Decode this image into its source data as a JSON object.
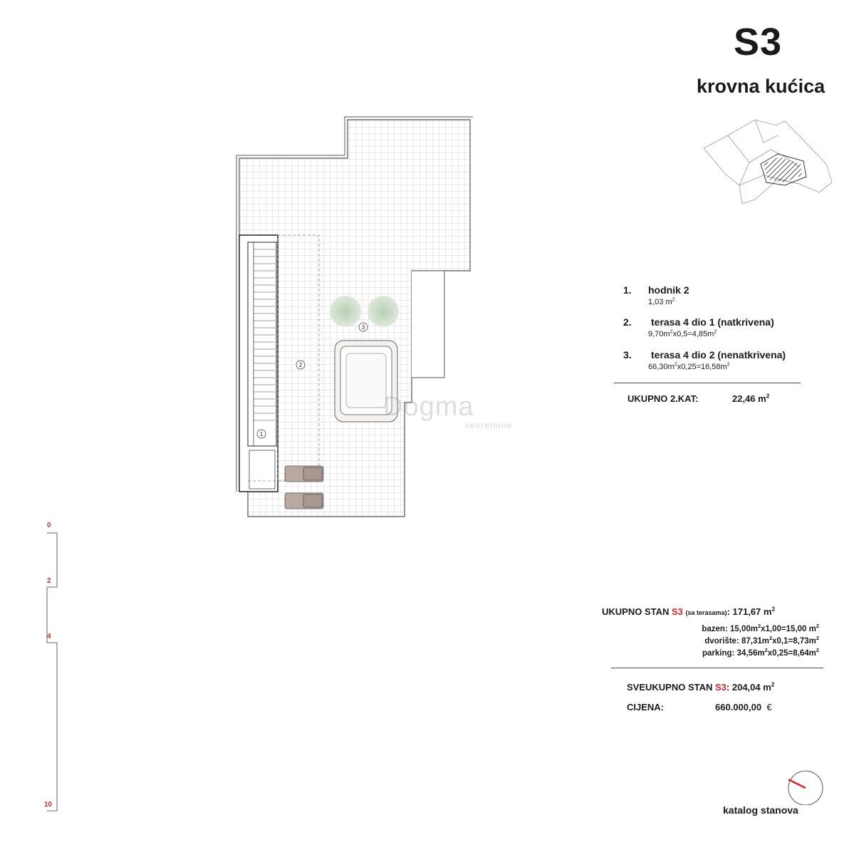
{
  "header": {
    "unit_code": "S3",
    "unit_type": "krovna kućica"
  },
  "rooms": [
    {
      "num": "1.",
      "name": "hodnik 2",
      "area": "1,03 m",
      "area_sup": "2"
    },
    {
      "num": "2.",
      "name": "terasa 4 dio 1 (natkrivena)",
      "area": "9,70m",
      "area_sup": "2",
      "area_tail": "x0,5=4,85m",
      "area_tail_sup": "2"
    },
    {
      "num": "3.",
      "name": "terasa 4 dio 2 (nenatkrivena)",
      "area": "66,30m",
      "area_sup": "2",
      "area_tail": "x0,25=16,58m",
      "area_tail_sup": "2"
    }
  ],
  "floor_total": {
    "label": "UKUPNO 2.KAT:",
    "value": "22,46 m",
    "sup": "2"
  },
  "apartment_total": {
    "label": "UKUPNO STAN",
    "code": "S3",
    "note": "(sa terasama)",
    "value": ": 171,67 m",
    "sup": "2"
  },
  "extras": [
    {
      "text": "bazen: 15,00m",
      "s1": "2",
      "mid": "x1,00=15,00 m",
      "s2": "2"
    },
    {
      "text": "dvorište:  87,31m",
      "s1": "2",
      "mid": "x0,1=8,73m",
      "s2": "2"
    },
    {
      "text": "parking: 34,56m",
      "s1": "2",
      "mid": "x0,25=8,64m",
      "s2": "2"
    }
  ],
  "grand_total": {
    "label": "SVEUKUPNO STAN",
    "code": "S3",
    "value": ": 204,04 m",
    "sup": "2"
  },
  "price": {
    "label": "CIJENA:",
    "value": "660.000,00",
    "currency": "€"
  },
  "plan_labels": {
    "r1": "1",
    "r2": "2",
    "r3": "3"
  },
  "watermark": {
    "brand": "Dogma",
    "sub": "nekretnine"
  },
  "scale": {
    "t0": "0",
    "t2": "2",
    "t4": "4",
    "t10": "10"
  },
  "footer": {
    "catalog": "katalog stanova"
  },
  "colors": {
    "accent_red": "#d6262b",
    "ink": "#1a1a1a",
    "lounger": "#b8a8a0"
  }
}
